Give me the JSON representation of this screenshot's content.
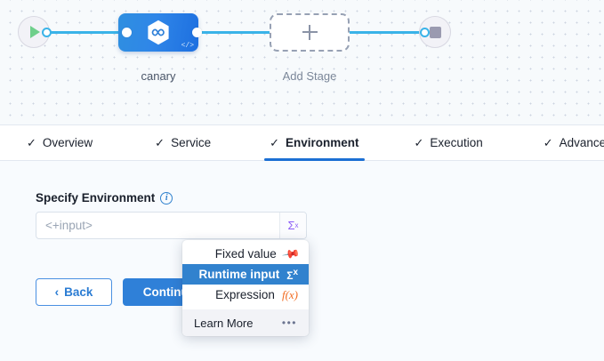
{
  "canvas": {
    "start_node_icon": "play-icon",
    "stop_node_icon": "stop-icon",
    "stage": {
      "label": "canary",
      "icon": "hexagon-infinity-icon",
      "code_badge": "</>"
    },
    "add_stage": {
      "label": "Add Stage",
      "icon": "plus-icon"
    }
  },
  "tabs": [
    {
      "label": "Overview",
      "check": "✓",
      "active": false
    },
    {
      "label": "Service",
      "check": "✓",
      "active": false
    },
    {
      "label": "Environment",
      "check": "✓",
      "active": true
    },
    {
      "label": "Execution",
      "check": "✓",
      "active": false
    },
    {
      "label": "Advanced",
      "check": "✓",
      "active": false
    }
  ],
  "form": {
    "field_label": "Specify Environment",
    "info_icon": "i",
    "input_value": "<+input>",
    "input_placeholder": "<+input>",
    "sigma_button": "Σ",
    "sigma_sup": "x",
    "back_label": "Back",
    "back_icon": "‹",
    "continue_label": "Continue"
  },
  "dropdown": {
    "items": [
      {
        "label": "Fixed value",
        "icon": "pin-icon",
        "glyph": "📌",
        "selected": false
      },
      {
        "label": "Runtime input",
        "icon": "sigma-icon",
        "glyph": "Σ",
        "sup": "x",
        "selected": true
      },
      {
        "label": "Expression",
        "icon": "fx-icon",
        "glyph": "f(x)",
        "selected": false
      }
    ],
    "footer": {
      "label": "Learn More",
      "more_icon": "•••"
    }
  },
  "colors": {
    "accent_blue": "#3182ce",
    "node_blue": "#2f86e8",
    "wire_blue": "#3ab3e8",
    "sigma_purple": "#8b5cf6",
    "fx_orange": "#f26b21",
    "play_green": "#6fcf8b"
  }
}
